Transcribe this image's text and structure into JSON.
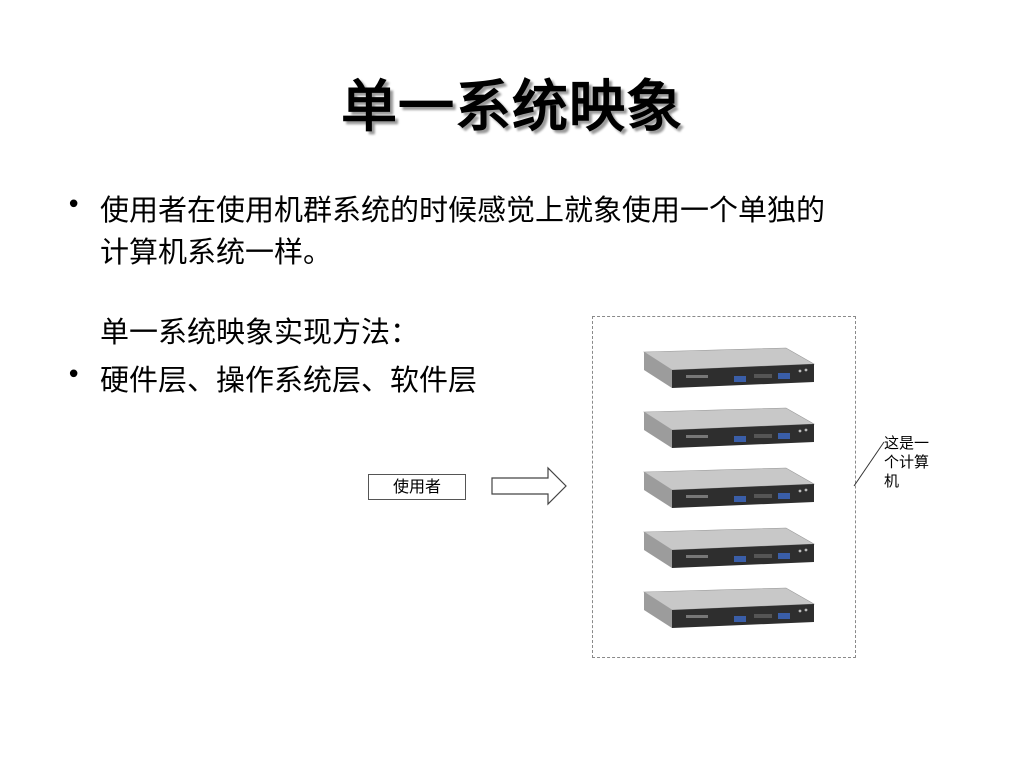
{
  "slide": {
    "title": "单一系统映象",
    "bullet1_line1": "使用者在使用机群系统的时候感觉上就象使用一个单独的",
    "bullet1_line2": "计算机系统一样。",
    "subheading": "单一系统映象实现方法：",
    "bullet2": "硬件层、操作系统层、软件层",
    "bullet_symbol": "•"
  },
  "diagram": {
    "user_label": "使用者",
    "callout_line1": "这是一",
    "callout_line2": "个计算",
    "callout_line3": "机",
    "server_count": 5
  },
  "colors": {
    "server_top": "#c8c8c8",
    "server_front": "#2e2e2e",
    "frame_border": "#8a8a8a"
  }
}
